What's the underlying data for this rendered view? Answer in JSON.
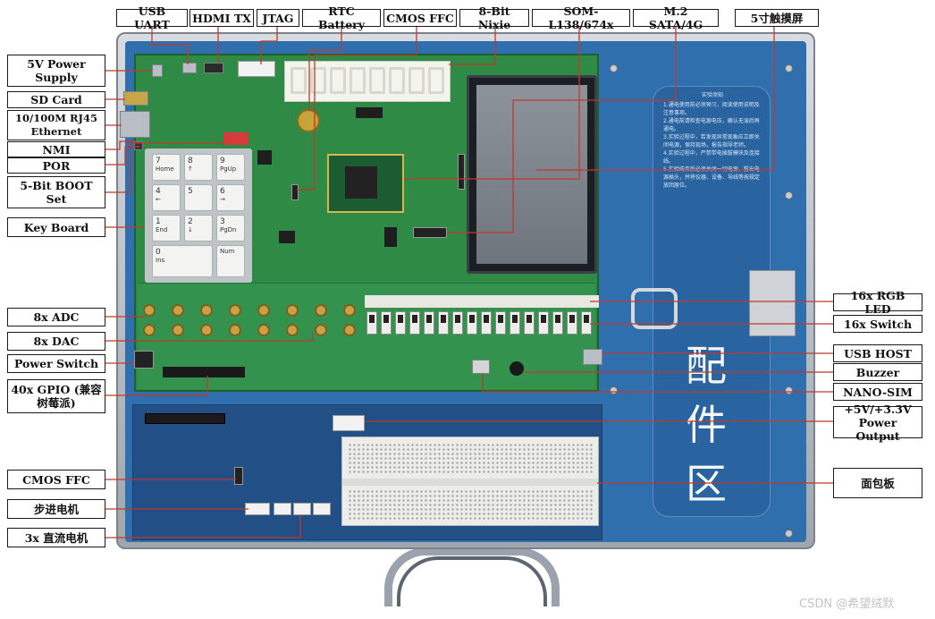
{
  "labels": {
    "usb_uart": "USB UART",
    "hdmi_tx": "HDMI TX",
    "jtag": "JTAG",
    "rtc_battery": "RTC Battery",
    "cmos_ffc_top": "CMOS FFC",
    "nixie": "8-Bit Nixie",
    "som": "SOM-L138/674x",
    "m2_sata": "M.2 SATA/4G",
    "touchscreen": "5寸触摸屏",
    "power_supply": "5V Power Supply",
    "sd_card": "SD Card",
    "ethernet": "10/100M RJ45 Ethernet",
    "nmi": "NMI",
    "por": "POR",
    "boot_set": "5-Bit BOOT Set",
    "key_board": "Key Board",
    "adc": "8x ADC",
    "dac": "8x DAC",
    "power_switch": "Power Switch",
    "gpio": "40x GPIO (兼容树莓派)",
    "cmos_ffc_bottom": "CMOS FFC",
    "stepper": "步进电机",
    "dc_motor": "3x 直流电机",
    "rgb_led": "16x RGB LED",
    "switch16": "16x Switch",
    "usb_host": "USB HOST",
    "buzzer": "Buzzer",
    "nano_sim": "NANO-SIM",
    "power_output": "+5V/+3.3V Power Output",
    "breadboard": "面包板"
  },
  "case": {
    "accessory_chars": [
      "配",
      "件",
      "区"
    ],
    "instructions_title": "实验须知",
    "instructions": [
      "1.通电使用前必须预习，阅读使用说明及注意事项。",
      "2.通电前请检查电源电压，确认无误后再通电。",
      "3.实验过程中，若发现异常现象应立即关闭电源，保持现场，报告指导老师。",
      "4.实验过程中，严禁带电插拔模块及连接线。",
      "5.实验结束后必须关闭一切电源，拔出电源插头，并将仪器、设备、导线等按规定放回原位。"
    ]
  },
  "keypad": [
    {
      "main": "7",
      "sub": "Home"
    },
    {
      "main": "8",
      "sub": "↑"
    },
    {
      "main": "9",
      "sub": "PgUp"
    },
    {
      "main": "4",
      "sub": "←"
    },
    {
      "main": "5",
      "sub": ""
    },
    {
      "main": "6",
      "sub": "→"
    },
    {
      "main": "1",
      "sub": "End"
    },
    {
      "main": "2",
      "sub": "↓"
    },
    {
      "main": "3",
      "sub": "PgDn"
    },
    {
      "main": "0",
      "sub": "Ins"
    },
    {
      "main": "",
      "sub": "Num"
    }
  ],
  "watermark": "CSDN @希望绒默"
}
